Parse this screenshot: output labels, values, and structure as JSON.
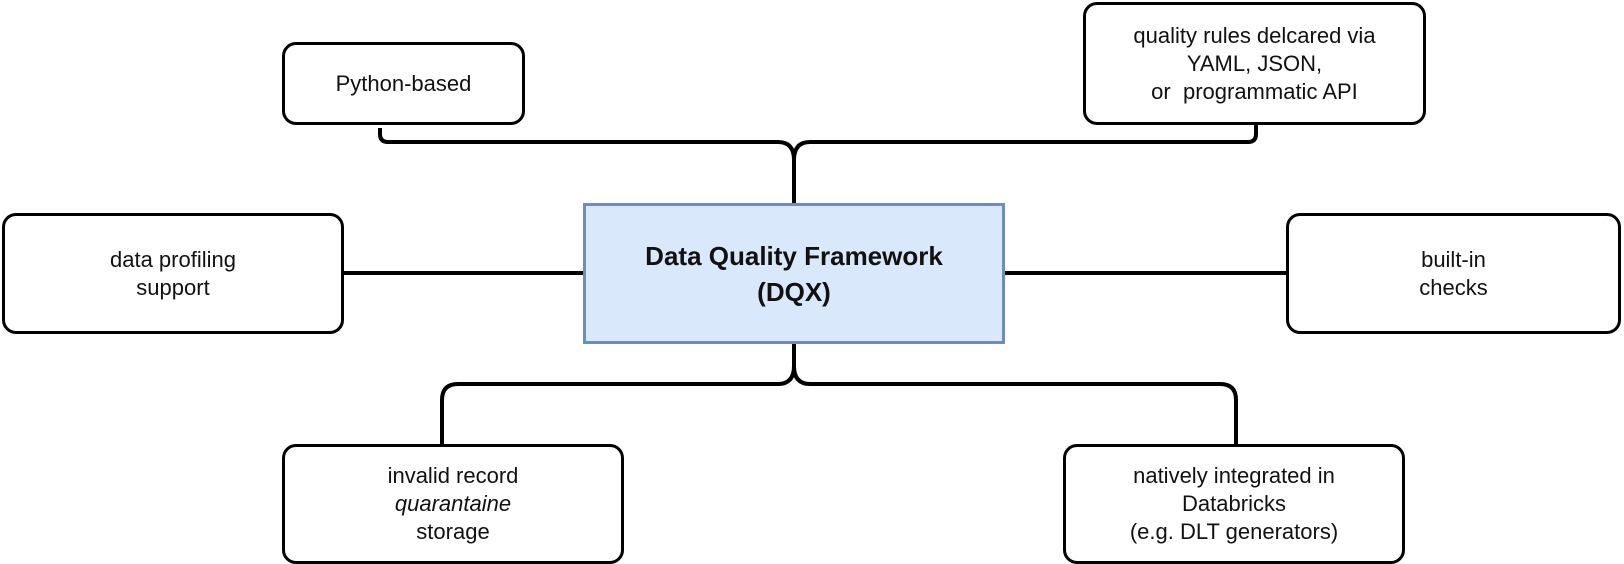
{
  "colors": {
    "center_fill": "#dae8fc",
    "center_border": "#6c8ebf",
    "node_border": "#000000",
    "connector": "#000000"
  },
  "center": {
    "line1": "Data Quality Framework",
    "line2": "(DQX)"
  },
  "nodes": {
    "python": {
      "line1": "Python-based"
    },
    "rules": {
      "line1": "quality rules delcared via",
      "line2": "YAML, JSON,",
      "line3": "or  programmatic API"
    },
    "profiling": {
      "line1": "data profiling",
      "line2": "support"
    },
    "builtin": {
      "line1": "built-in",
      "line2": "checks"
    },
    "quarantine": {
      "line1": "invalid record",
      "line2": "quarantaine",
      "line3": "storage"
    },
    "databricks": {
      "line1": "natively integrated in",
      "line2": "Databricks",
      "line3": "(e.g. DLT generators)"
    }
  }
}
